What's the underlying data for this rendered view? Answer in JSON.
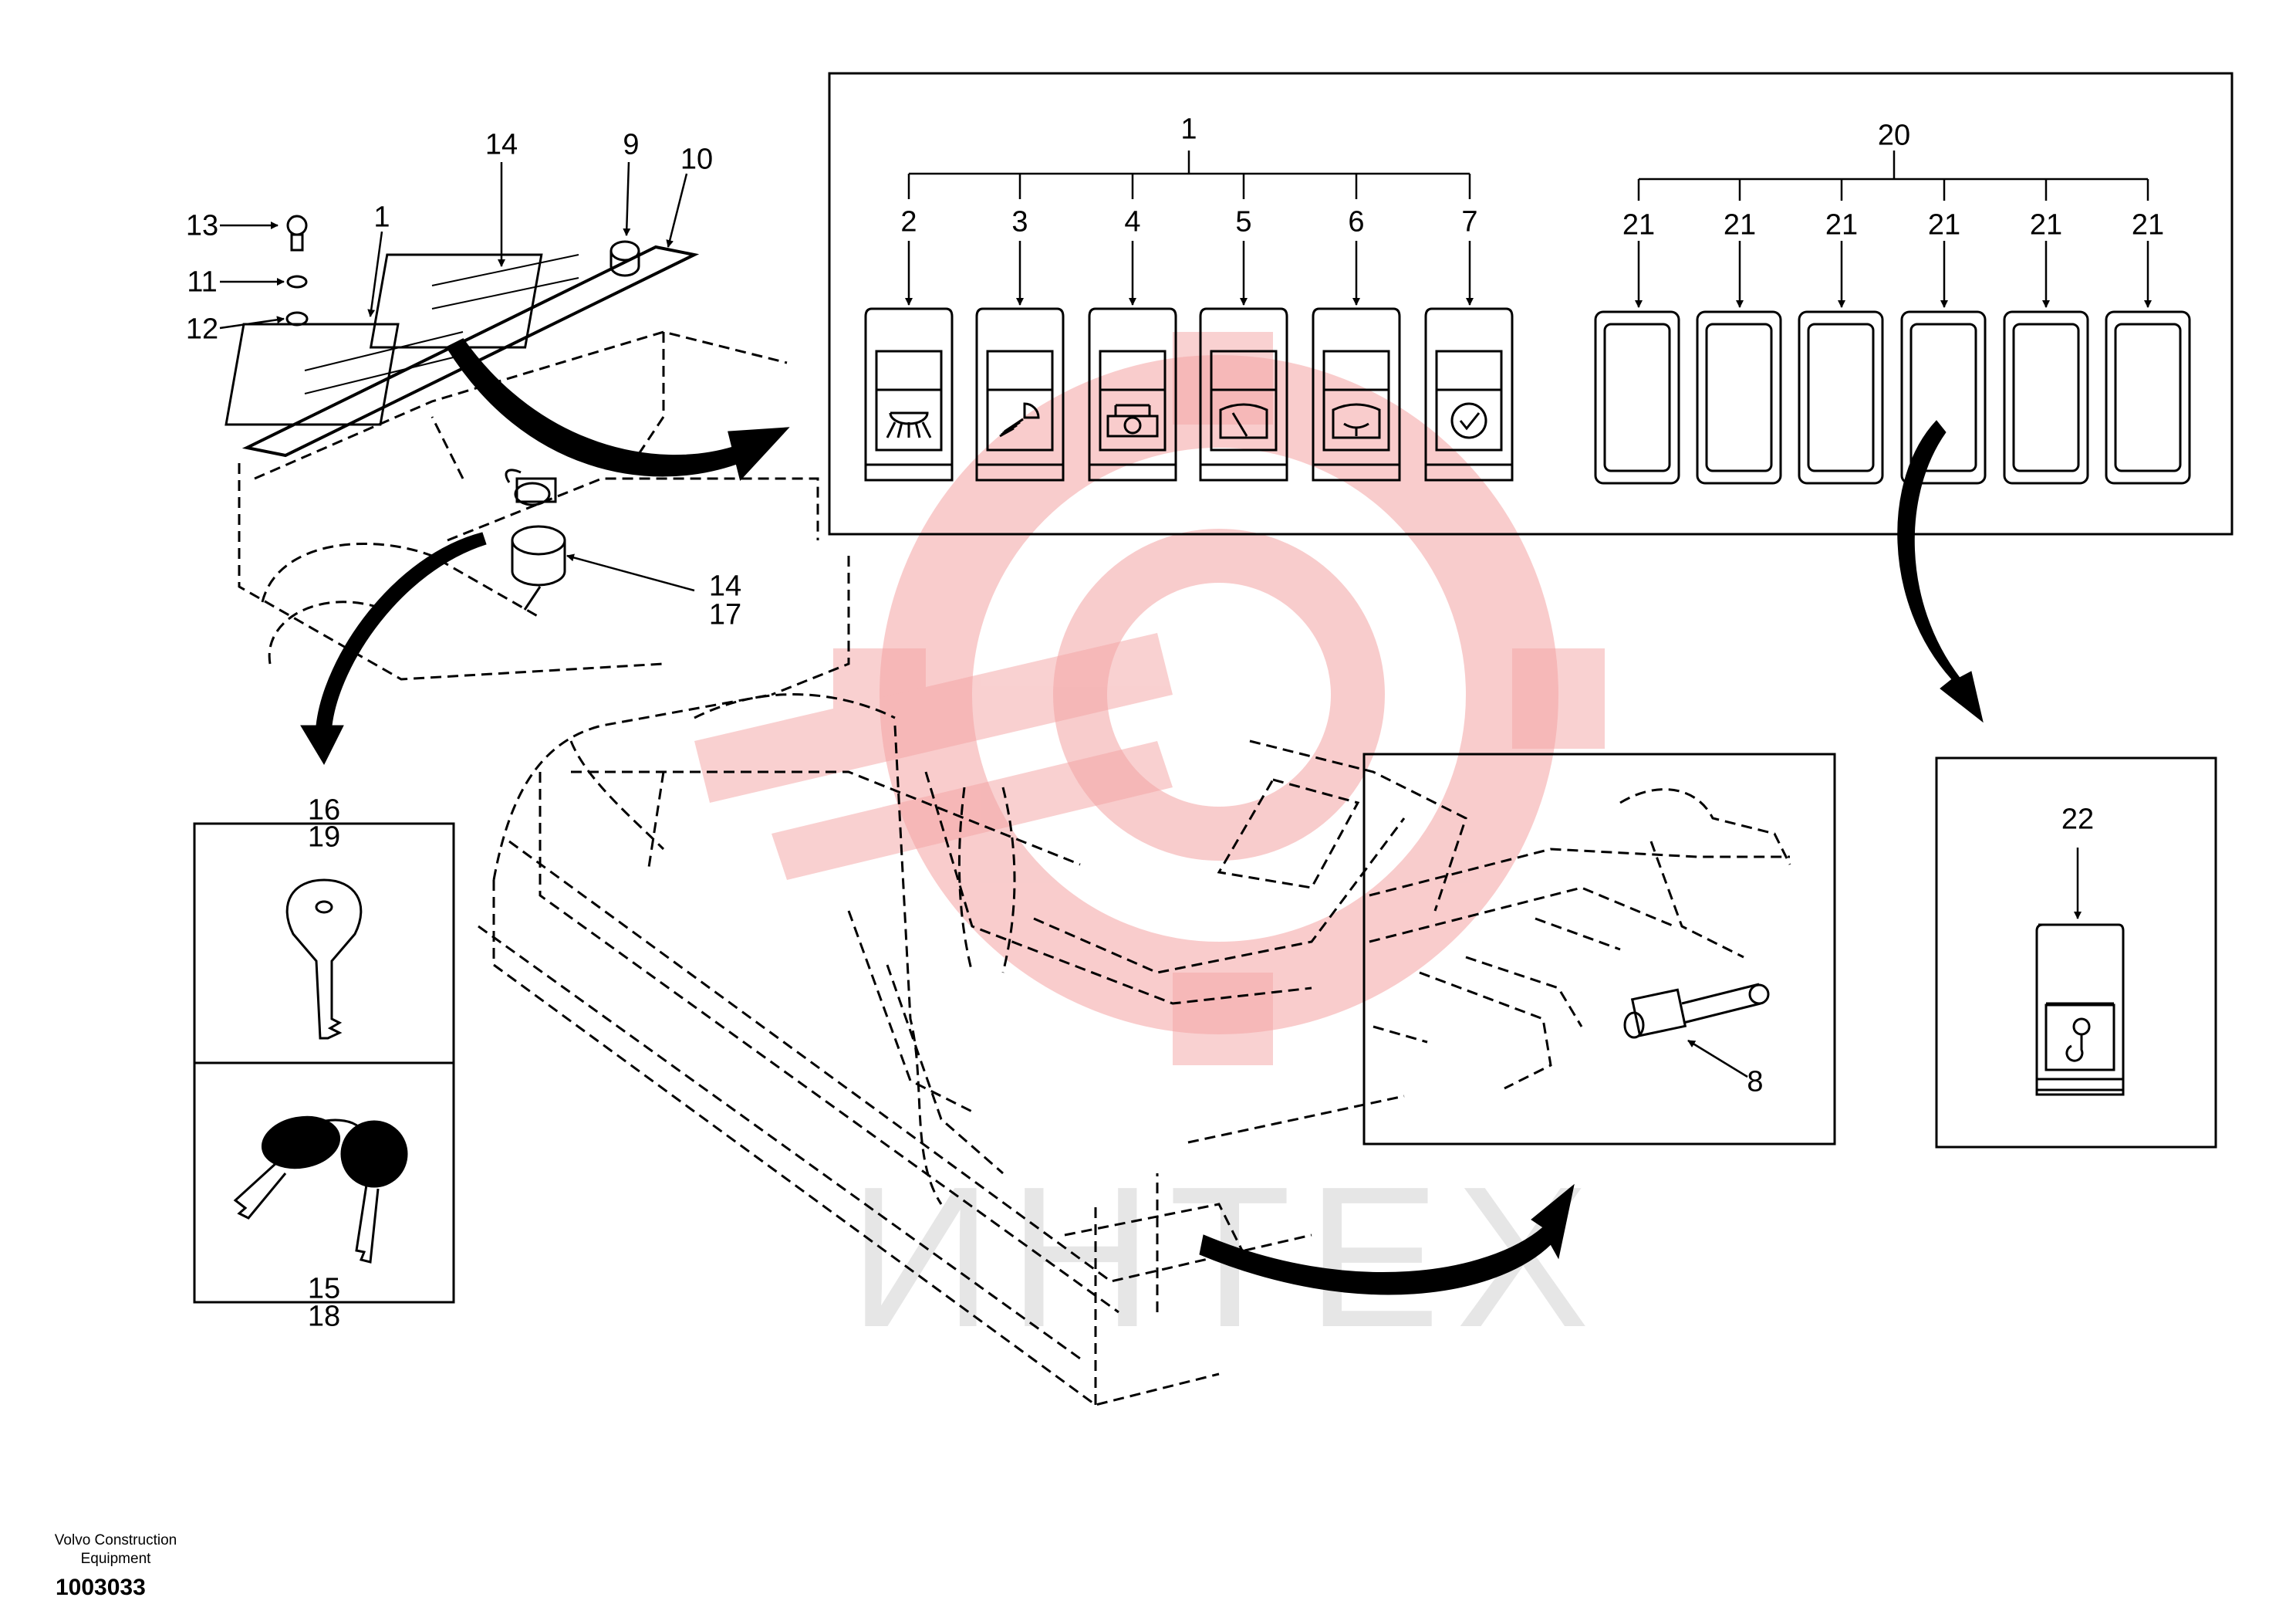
{
  "colors": {
    "line": "#000000",
    "watermark_logo": "#f4a3a3",
    "watermark_text": "#e6e6e6",
    "background": "#ffffff"
  },
  "watermark": {
    "text": "ИНТЕХ"
  },
  "footer": {
    "company": "Volvo Construction Equipment",
    "code": "1003033"
  },
  "callouts": {
    "c1_top": "1",
    "c14_top": "14",
    "c9": "9",
    "c10": "10",
    "c13": "13",
    "c11": "11",
    "c12": "12",
    "c14_side": "14",
    "c17": "17",
    "c16": "16",
    "c19": "19",
    "c15": "15",
    "c18": "18",
    "panel_1": "1",
    "panel_2": "2",
    "panel_3": "3",
    "panel_4": "4",
    "panel_5": "5",
    "panel_6": "6",
    "panel_7": "7",
    "panel_20": "20",
    "panel_21": [
      "21",
      "21",
      "21",
      "21",
      "21",
      "21"
    ],
    "c8": "8",
    "c22": "22"
  },
  "switch_icons": [
    "work-light-icon",
    "washer-icon",
    "travel-alarm-icon",
    "wiper-icon",
    "windshield-washer-icon",
    "check-icon"
  ],
  "hook_switch_icon": "hook-icon"
}
